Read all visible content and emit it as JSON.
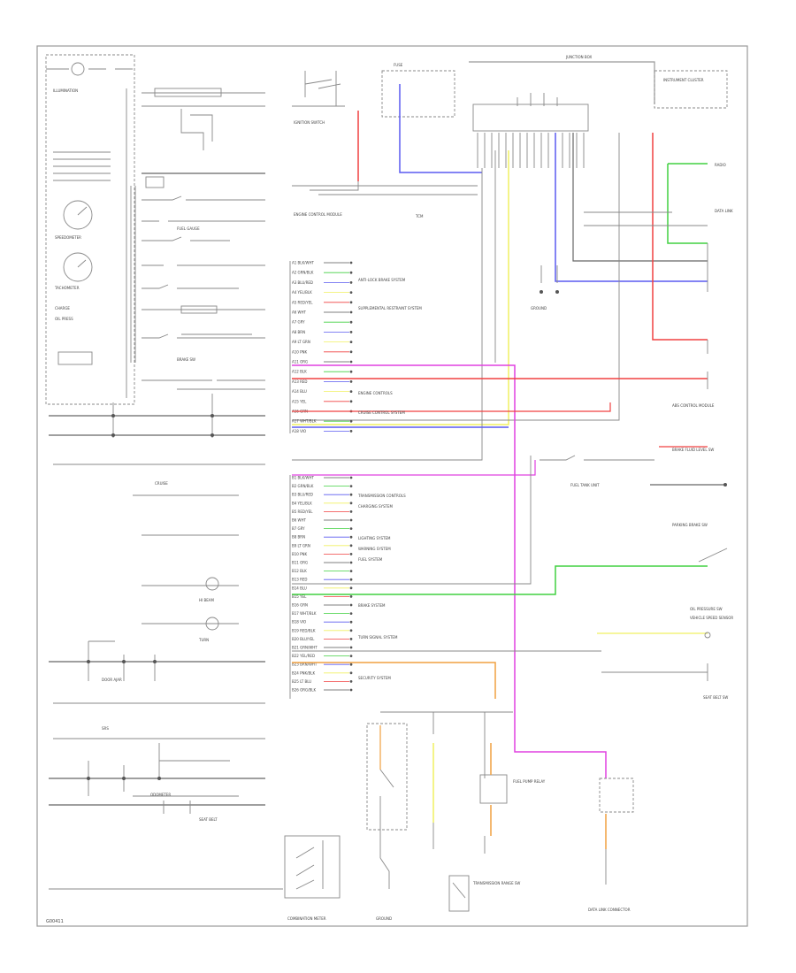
{
  "diagram": {
    "left_labels": [
      "ILLUMINATION",
      "SPEEDOMETER",
      "TACHOMETER",
      "BRAKE SW",
      "FUEL GAUGE",
      "CHARGE",
      "OIL PRESS",
      "CRUISE",
      "HI BEAM",
      "TURN",
      "DOOR AJAR",
      "SRS",
      "SEAT BELT",
      "ODOMETER"
    ],
    "center_labels": [
      "IGNITION SWITCH",
      "FUSE",
      "JUNCTION BOX",
      "GROUND",
      "ENGINE CONTROL MODULE",
      "TCM",
      "INSTRUMENT CLUSTER"
    ],
    "connector_rows_a": [
      "A1 BLK/WHT",
      "A2 GRN/BLK",
      "A3 BLU/RED",
      "A4 YEL/BLK",
      "A5 RED/YEL",
      "A6 WHT",
      "A7 GRY",
      "A8 BRN",
      "A9 LT GRN",
      "A10 PNK",
      "A11 ORG",
      "A12 BLK",
      "A13 RED",
      "A14 BLU",
      "A15 YEL",
      "A16 GRN",
      "A17 WHT/BLK",
      "A18 VIO"
    ],
    "connector_rows_b": [
      "B1 BLK/WHT",
      "B2 GRN/BLK",
      "B3 BLU/RED",
      "B4 YEL/BLK",
      "B5 RED/YEL",
      "B6 WHT",
      "B7 GRY",
      "B8 BRN",
      "B9 LT GRN",
      "B10 PNK",
      "B11 ORG",
      "B12 BLK",
      "B13 RED",
      "B14 BLU",
      "B15 YEL",
      "B16 GRN",
      "B17 WHT/BLK",
      "B18 VIO",
      "B19 RED/BLK",
      "B20 BLU/YEL",
      "B21 GRN/WHT",
      "B22 YEL/RED",
      "B23 BRN/WHT",
      "B24 PNK/BLK",
      "B25 LT BLU",
      "B26 ORG/BLK"
    ],
    "system_notes": [
      "ANTI-LOCK BRAKE SYSTEM",
      "SUPPLEMENTAL RESTRAINT SYSTEM",
      "ENGINE CONTROLS",
      "CRUISE CONTROL SYSTEM",
      "TRANSMISSION CONTROLS",
      "CHARGING SYSTEM",
      "LIGHTING SYSTEM",
      "WARNING SYSTEM",
      "FUEL SYSTEM",
      "BRAKE SYSTEM",
      "TURN SIGNAL SYSTEM",
      "SECURITY SYSTEM"
    ],
    "right_labels": [
      "RADIO",
      "DATA LINK",
      "ABS CONTROL MODULE",
      "BRAKE FLUID LEVEL SW",
      "PARKING BRAKE SW",
      "FUEL TANK UNIT",
      "OIL PRESSURE SW",
      "VEHICLE SPEED SENSOR",
      "SEAT BELT SW"
    ],
    "bottom_labels": [
      "COMBINATION METER",
      "GROUND",
      "FUEL PUMP RELAY",
      "TRANSMISSION RANGE SW",
      "DATA LINK CONNECTOR"
    ],
    "footer_code": "G00411"
  },
  "colors": {
    "red": "#f04040",
    "pink": "#e040e0",
    "blue": "#5a5af0",
    "yellow": "#f0f060",
    "green": "#40d040",
    "orange": "#f0a040",
    "black": "#555555"
  }
}
